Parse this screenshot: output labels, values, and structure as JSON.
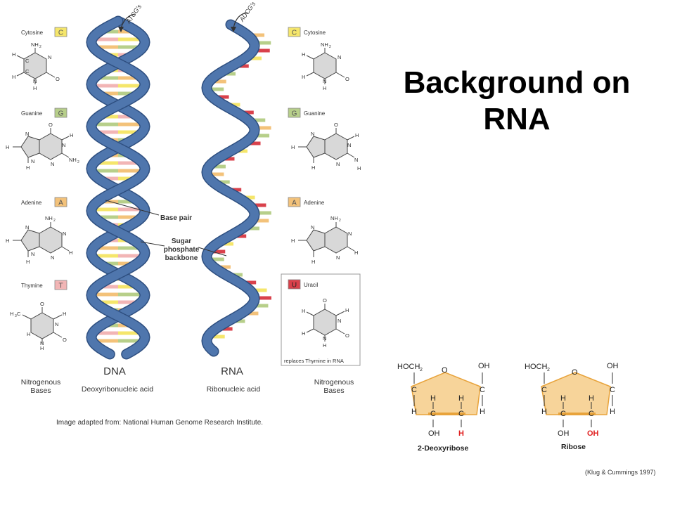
{
  "title": {
    "line1": "Background on",
    "line2": "RNA"
  },
  "top_labels": {
    "dna_strand": "ATCG's",
    "rna_strand": "AUCG's"
  },
  "bases_left": {
    "cytosine": {
      "name": "Cytosine",
      "letter": "C",
      "color": "#f5e66b"
    },
    "guanine": {
      "name": "Guanine",
      "letter": "G",
      "color": "#b7cf8a"
    },
    "adenine": {
      "name": "Adenine",
      "letter": "A",
      "color": "#f3c27a"
    },
    "thymine": {
      "name": "Thymine",
      "letter": "T",
      "color": "#f2b5b5"
    }
  },
  "bases_right": {
    "cytosine": {
      "name": "Cytosine",
      "letter": "C",
      "color": "#f5e66b"
    },
    "guanine": {
      "name": "Guanine",
      "letter": "G",
      "color": "#b7cf8a"
    },
    "adenine": {
      "name": "Adenine",
      "letter": "A",
      "color": "#f3c27a"
    },
    "uracil": {
      "name": "Uracil",
      "letter": "U",
      "color": "#d9414b",
      "note": "replaces Thymine in RNA"
    }
  },
  "annotations": {
    "base_pair": "Base pair",
    "backbone_line1": "Sugar",
    "backbone_line2": "phosphate",
    "backbone_line3": "backbone"
  },
  "helix_labels": {
    "dna": "DNA",
    "dna_full": "Deoxyribonucleic acid",
    "rna": "RNA",
    "rna_full": "Ribonucleic acid"
  },
  "nitrogenous_left": {
    "line1": "Nitrogenous",
    "line2": "Bases"
  },
  "nitrogenous_right": {
    "line1": "Nitrogenous",
    "line2": "Bases"
  },
  "image_credit": "Image adapted from: National Human Genome Research Institute.",
  "sugars": {
    "deoxyribose": {
      "name": "2-Deoxyribose",
      "hoch2": "HOCH",
      "sub2": "2",
      "o": "O",
      "oh_top": "OH",
      "c": "C",
      "h": "H",
      "oh_bottom": "OH",
      "h_red": "H"
    },
    "ribose": {
      "name": "Ribose",
      "hoch2": "HOCH",
      "sub2": "2",
      "o": "O",
      "oh_top": "OH",
      "c": "C",
      "h": "H",
      "oh_bottom": "OH",
      "oh_red": "OH"
    }
  },
  "citation": "(Klug & Cummings 1997)",
  "colors": {
    "backbone": "#4f76ad",
    "backbone_edge": "#2e4f80",
    "pentagon": "#f7d49a",
    "highlight": "#e8a33b",
    "red": "#e02020",
    "rung_colors": [
      "#f3c27a",
      "#f5e66b",
      "#b7cf8a",
      "#f2b5b5",
      "#d9414b"
    ]
  }
}
